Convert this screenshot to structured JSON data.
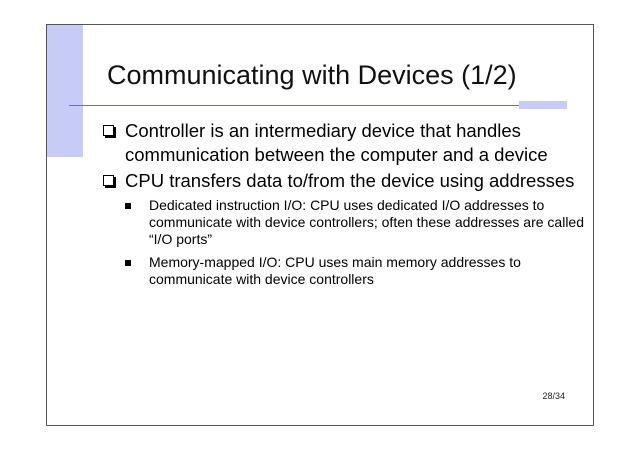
{
  "slide": {
    "title": "Communicating with Devices (1/2)",
    "bullets": [
      {
        "text": "Controller is an intermediary device that handles communication between the computer and a device",
        "sub": []
      },
      {
        "text": "CPU transfers data to/from the device using addresses",
        "sub": [
          "Dedicated instruction I/O: CPU uses dedicated I/O addresses to communicate with device controllers; often these addresses are called “I/O ports”",
          "Memory-mapped I/O: CPU uses main memory addresses to communicate with device controllers"
        ]
      }
    ],
    "page_number": "28/34"
  },
  "colors": {
    "accent": "#c7ccf6",
    "rule": "#6a6fb8"
  },
  "icons": {
    "main_bullet": "checkbox-icon",
    "sub_bullet": "square-bullet-icon"
  }
}
